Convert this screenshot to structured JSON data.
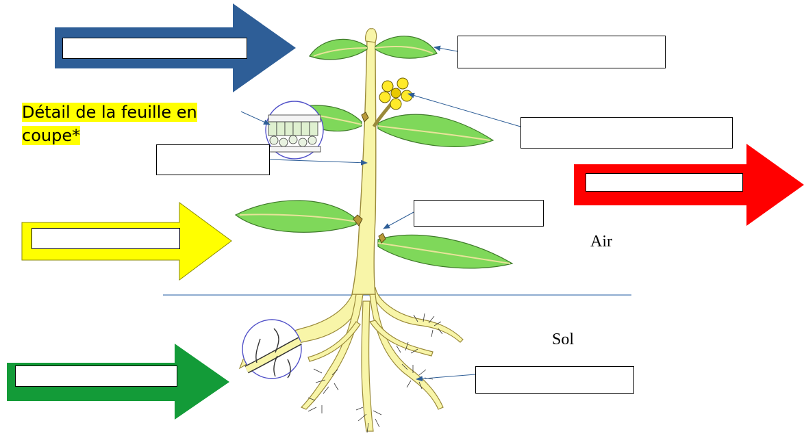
{
  "annotation": {
    "line1": "Détail de la feuille en",
    "line2": "coupe*"
  },
  "zones": {
    "air": "Air",
    "sol": "Sol"
  },
  "colors": {
    "blue_arrow": "#2e5e97",
    "red_arrow": "#ff0000",
    "yellow_arrow": "#ffff00",
    "green_arrow": "#139b38",
    "leaf": "#7fd85a",
    "stem": "#f8f5a8",
    "pointer": "#2e5e97",
    "divider": "#4a7ab5"
  },
  "blanks": [
    {
      "id": "blue-arrow-blank",
      "value": ""
    },
    {
      "id": "top-leaf-blank",
      "value": ""
    },
    {
      "id": "flower-blank",
      "value": ""
    },
    {
      "id": "red-arrow-blank",
      "value": ""
    },
    {
      "id": "stem-blank",
      "value": ""
    },
    {
      "id": "bud-blank",
      "value": ""
    },
    {
      "id": "yellow-arrow-blank",
      "value": ""
    },
    {
      "id": "green-arrow-blank",
      "value": ""
    },
    {
      "id": "root-hair-blank",
      "value": ""
    }
  ]
}
